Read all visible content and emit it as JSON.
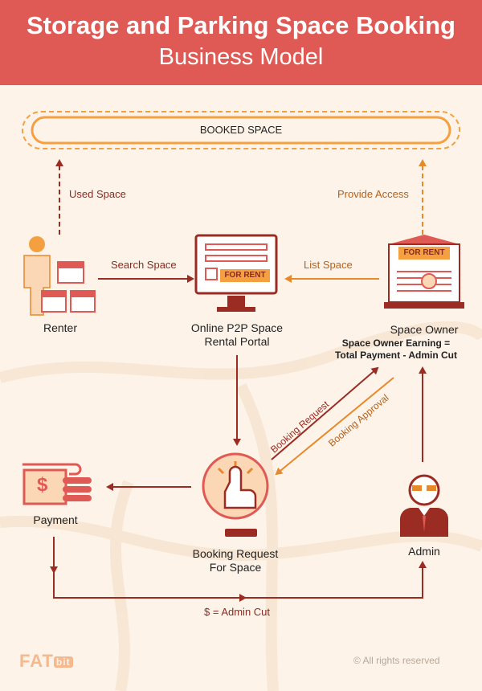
{
  "header": {
    "title_line1": "Storage and Parking Space Booking",
    "title_line2": "Business Model"
  },
  "booked_space": "BOOKED SPACE",
  "labels": {
    "used_space": "Used Space",
    "provide_access": "Provide Access",
    "search_space": "Search Space",
    "list_space": "List Space",
    "booking_request_arrow": "Booking Request",
    "booking_approval_arrow": "Booking Approval",
    "admin_cut": "$ = Admin Cut"
  },
  "nodes": {
    "renter": "Renter",
    "portal_line1": "Online P2P Space",
    "portal_line2": "Rental Portal",
    "space_owner": "Space Owner",
    "owner_earning_line1": "Space Owner Earning =",
    "owner_earning_line2": "Total Payment - Admin Cut",
    "payment": "Payment",
    "booking_line1": "Booking Request",
    "booking_line2": "For Space",
    "admin": "Admin"
  },
  "for_rent": "FOR RENT",
  "payment_symbol": "$",
  "footer": {
    "logo": "FAT",
    "logo_suffix": "bit",
    "copyright": "© All rights reserved"
  },
  "colors": {
    "header": "#e05a55",
    "dark_red": "#9b2c23",
    "orange": "#e7892b",
    "background": "#fdf3e8"
  }
}
